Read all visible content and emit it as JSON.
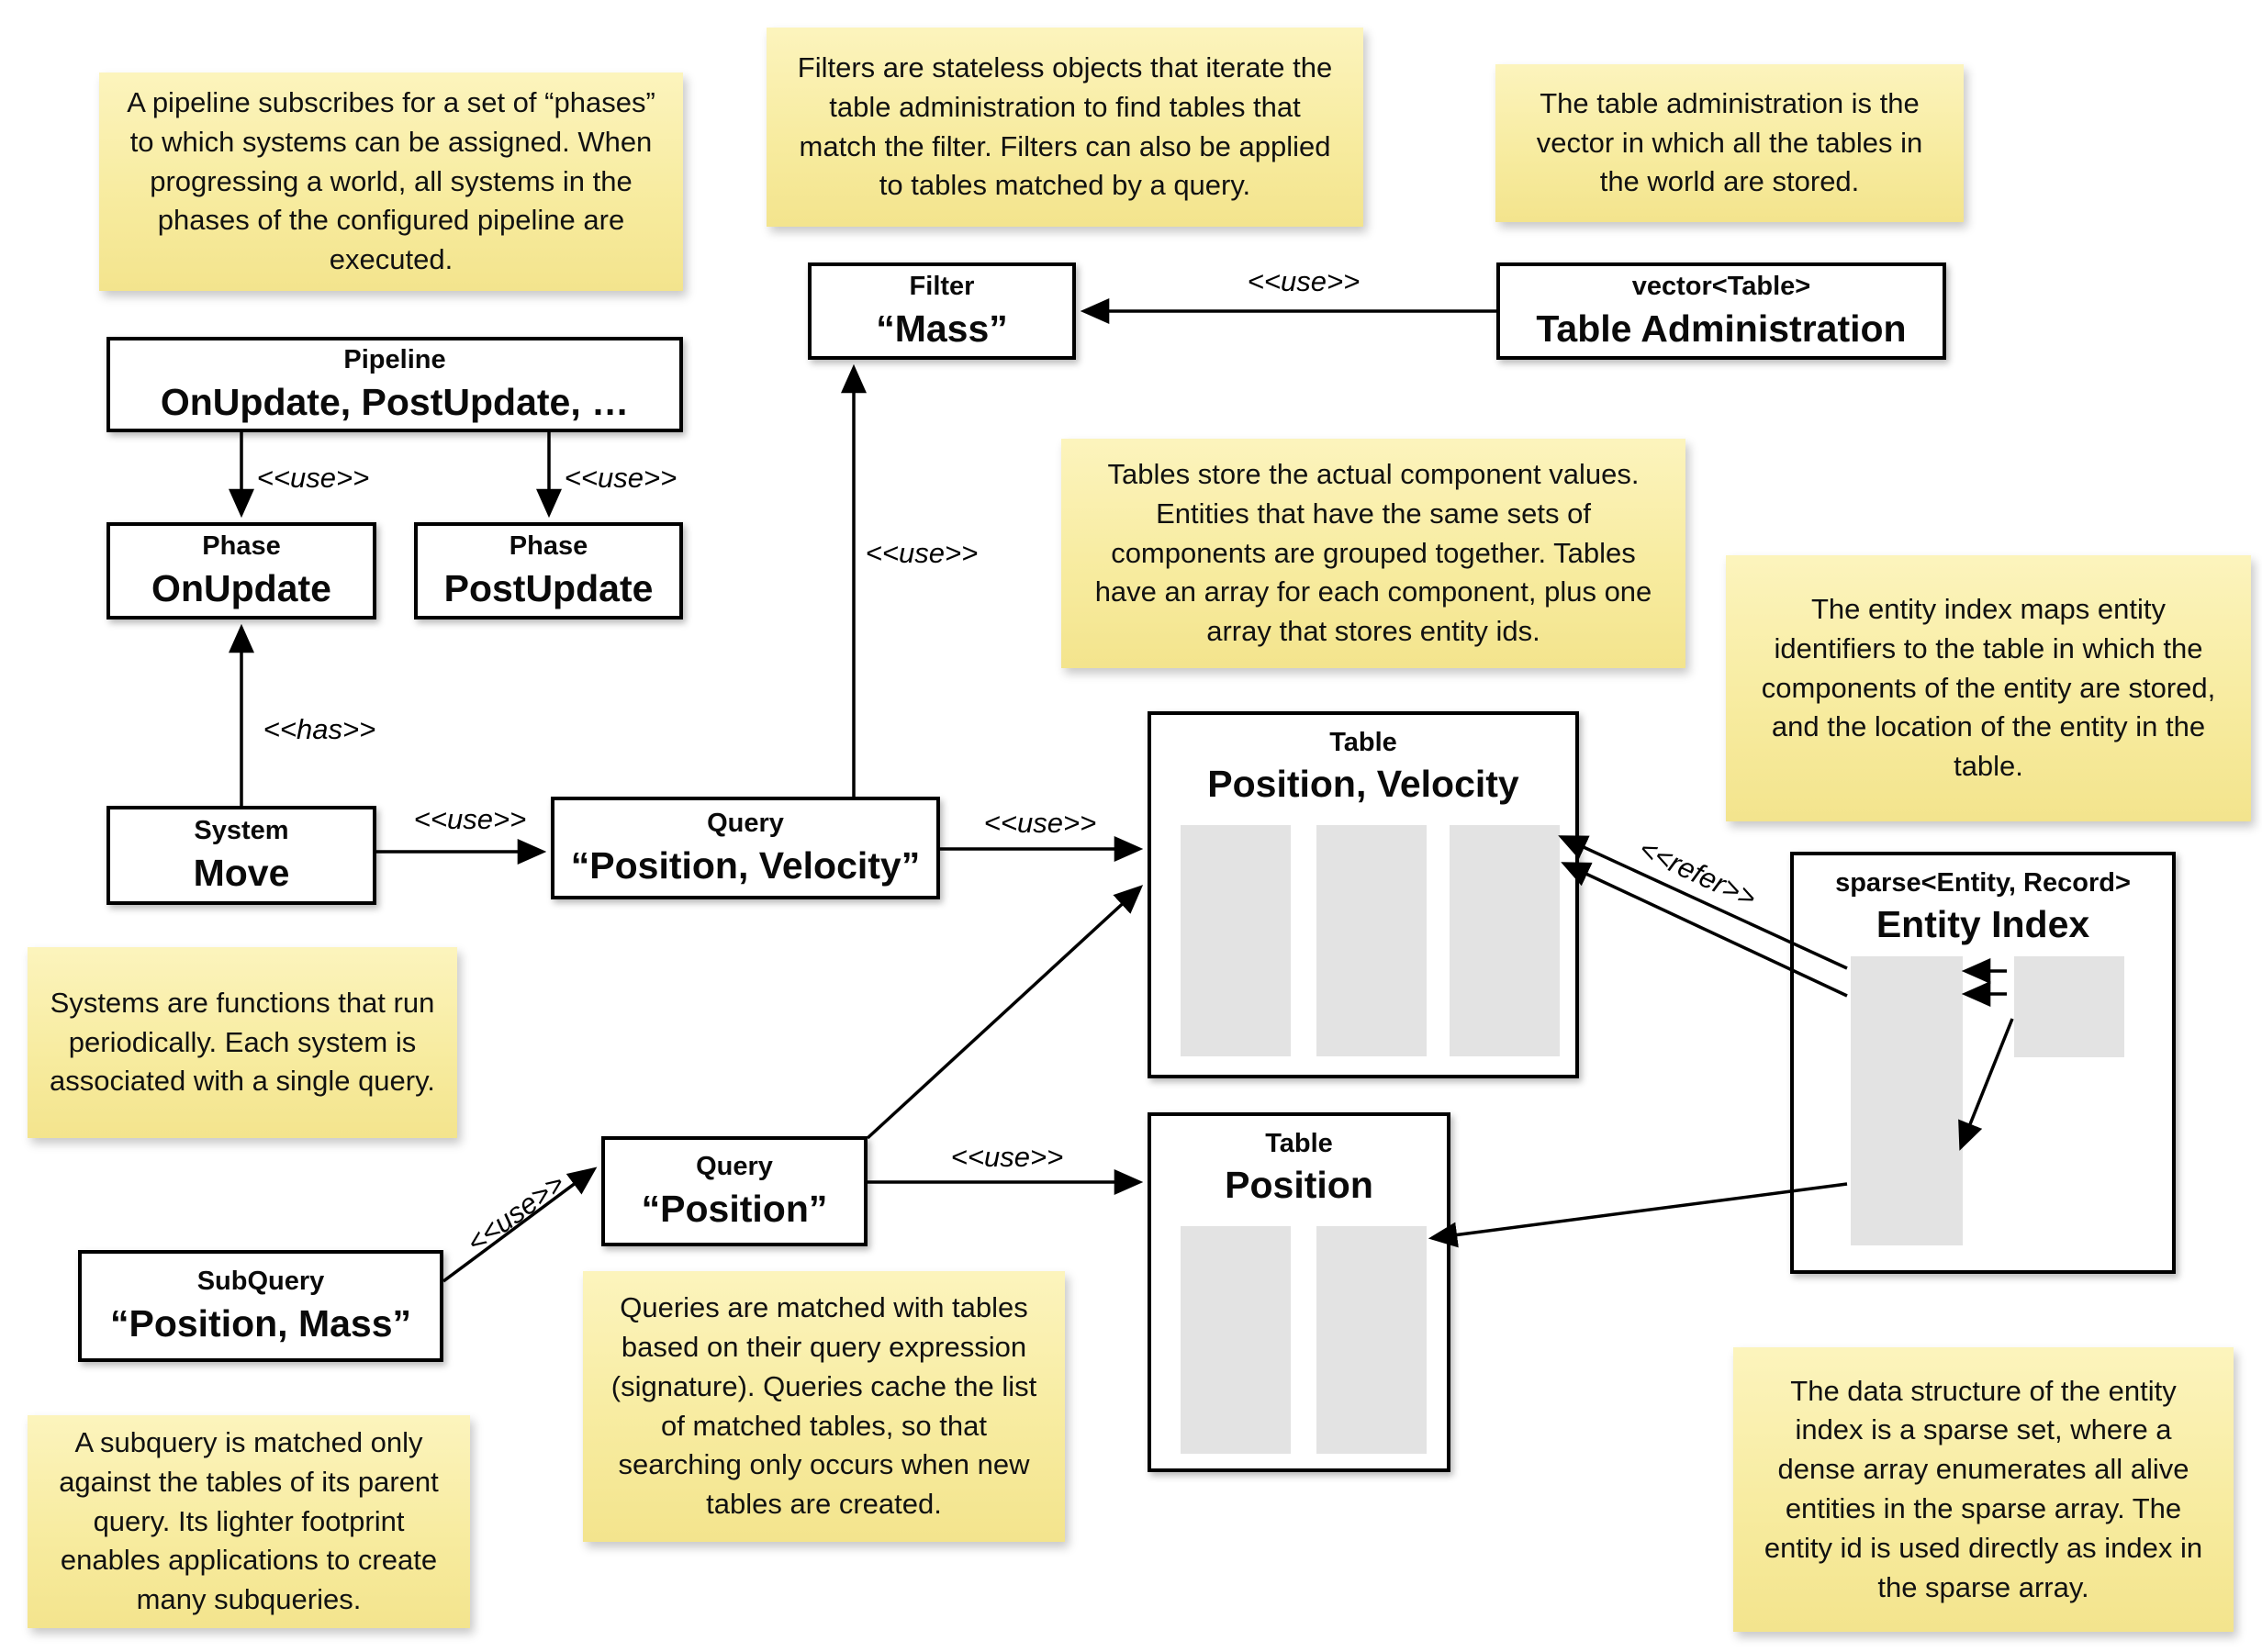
{
  "colors": {
    "canvas_bg": "#ffffff",
    "note_bg_top": "#fcf4bd",
    "note_bg_bottom": "#f3e48d",
    "box_border": "#000000",
    "box_bg": "#ffffff",
    "array_fill": "#e3e3e3",
    "text": "#111111"
  },
  "edge_labels": {
    "use": "<<use>>",
    "has": "<<has>>",
    "refer": "<<refer>>"
  },
  "notes": {
    "pipeline": "A pipeline subscribes for a set of “phases” to which systems can be assigned. When progressing a world, all systems in the phases of the configured pipeline are executed.",
    "filters": "Filters are stateless objects that iterate the table administration to find tables that match the filter. Filters can also be applied to tables matched by a query.",
    "table_administration": "The table administration is the vector in which all the tables in the world are stored.",
    "tables": "Tables store the actual component values. Entities that have the same sets of components are grouped together. Tables have an array for each component, plus one array that stores entity ids.",
    "entity_index": "The entity index maps entity identifiers to the table in which the components of the entity are stored, and the location of the entity in the table.",
    "systems": "Systems are functions that run periodically. Each system is associated with a single query.",
    "queries": "Queries are matched with tables based on their query expression (signature). Queries cache the list of matched tables, so that searching only occurs when new tables are created.",
    "subquery": "A subquery is matched only against the tables of its parent query. Its lighter footprint enables applications to create many subqueries.",
    "sparse_set": "The data structure of the entity index is a sparse set, where a dense array enumerates all alive entities in the sparse array. The entity id is used directly as index in the sparse array."
  },
  "boxes": {
    "pipeline": {
      "stereotype": "Pipeline",
      "name": "OnUpdate, PostUpdate, …"
    },
    "phase_onupdate": {
      "stereotype": "Phase",
      "name": "OnUpdate"
    },
    "phase_postupdate": {
      "stereotype": "Phase",
      "name": "PostUpdate"
    },
    "system_move": {
      "stereotype": "System",
      "name": "Move"
    },
    "query_position_velocity": {
      "stereotype": "Query",
      "name": "“Position, Velocity”"
    },
    "filter_mass": {
      "stereotype": "Filter",
      "name": "“Mass”"
    },
    "table_administration": {
      "stereotype": "vector<Table>",
      "name": "Table Administration"
    },
    "table_position_velocity": {
      "stereotype": "Table",
      "name": "Position, Velocity"
    },
    "table_position": {
      "stereotype": "Table",
      "name": "Position"
    },
    "entity_index": {
      "stereotype": "sparse<Entity, Record>",
      "name": "Entity Index"
    },
    "query_position": {
      "stereotype": "Query",
      "name": "“Position”"
    },
    "subquery": {
      "stereotype": "SubQuery",
      "name": "“Position, Mass”"
    }
  }
}
